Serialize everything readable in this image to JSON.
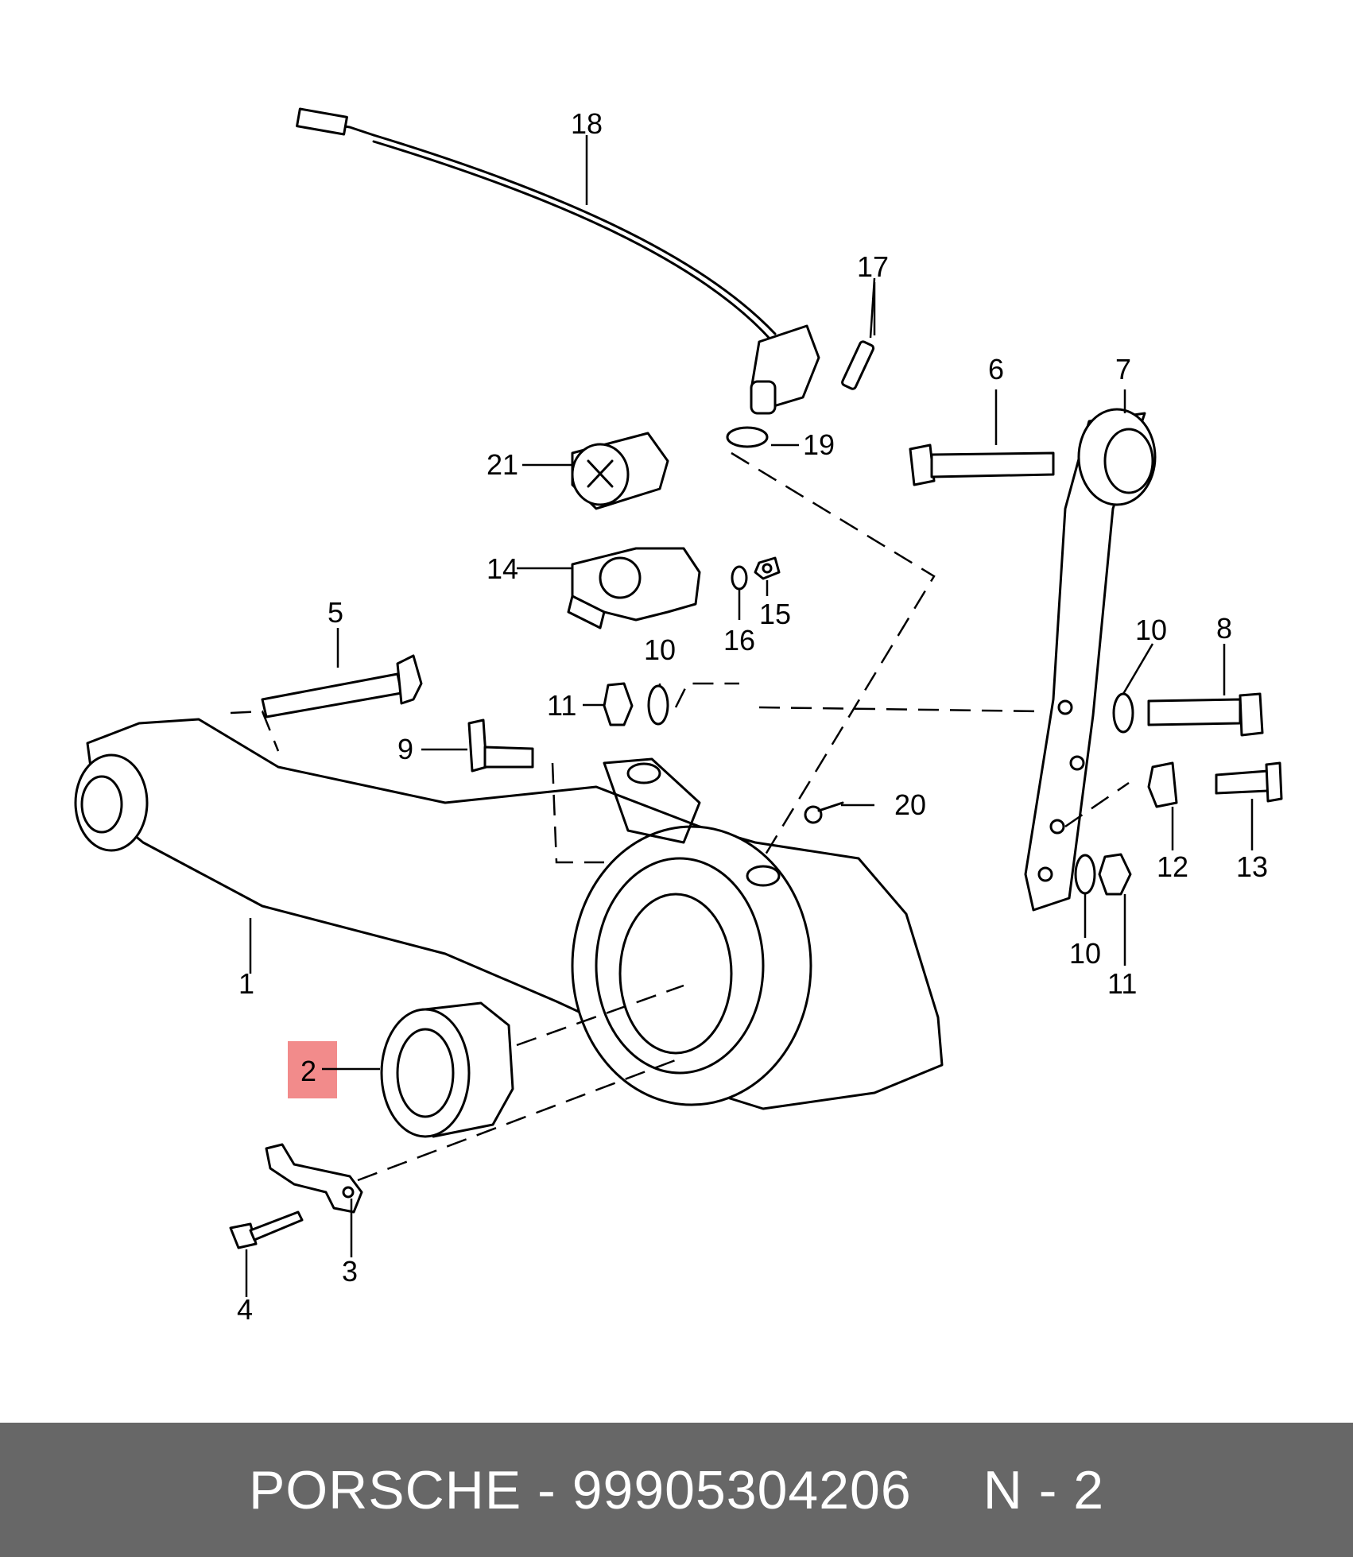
{
  "diagram": {
    "highlight_color": "#f28b8b",
    "callouts": [
      {
        "id": "c1",
        "label": "1"
      },
      {
        "id": "c2",
        "label": "2"
      },
      {
        "id": "c3",
        "label": "3"
      },
      {
        "id": "c4",
        "label": "4"
      },
      {
        "id": "c5",
        "label": "5"
      },
      {
        "id": "c6",
        "label": "6"
      },
      {
        "id": "c7",
        "label": "7"
      },
      {
        "id": "c8",
        "label": "8"
      },
      {
        "id": "c9",
        "label": "9"
      },
      {
        "id": "c10a",
        "label": "10"
      },
      {
        "id": "c10b",
        "label": "10"
      },
      {
        "id": "c10c",
        "label": "10"
      },
      {
        "id": "c11a",
        "label": "11"
      },
      {
        "id": "c11b",
        "label": "11"
      },
      {
        "id": "c12",
        "label": "12"
      },
      {
        "id": "c13",
        "label": "13"
      },
      {
        "id": "c14",
        "label": "14"
      },
      {
        "id": "c15",
        "label": "15"
      },
      {
        "id": "c16",
        "label": "16"
      },
      {
        "id": "c17",
        "label": "17"
      },
      {
        "id": "c18",
        "label": "18"
      },
      {
        "id": "c19",
        "label": "19"
      },
      {
        "id": "c20",
        "label": "20"
      },
      {
        "id": "c21",
        "label": "21"
      }
    ]
  },
  "footer": {
    "brand": "PORSCHE",
    "separator": "-",
    "part_number": "99905304206",
    "position_label": "N - 2",
    "background_color": "#676767"
  }
}
